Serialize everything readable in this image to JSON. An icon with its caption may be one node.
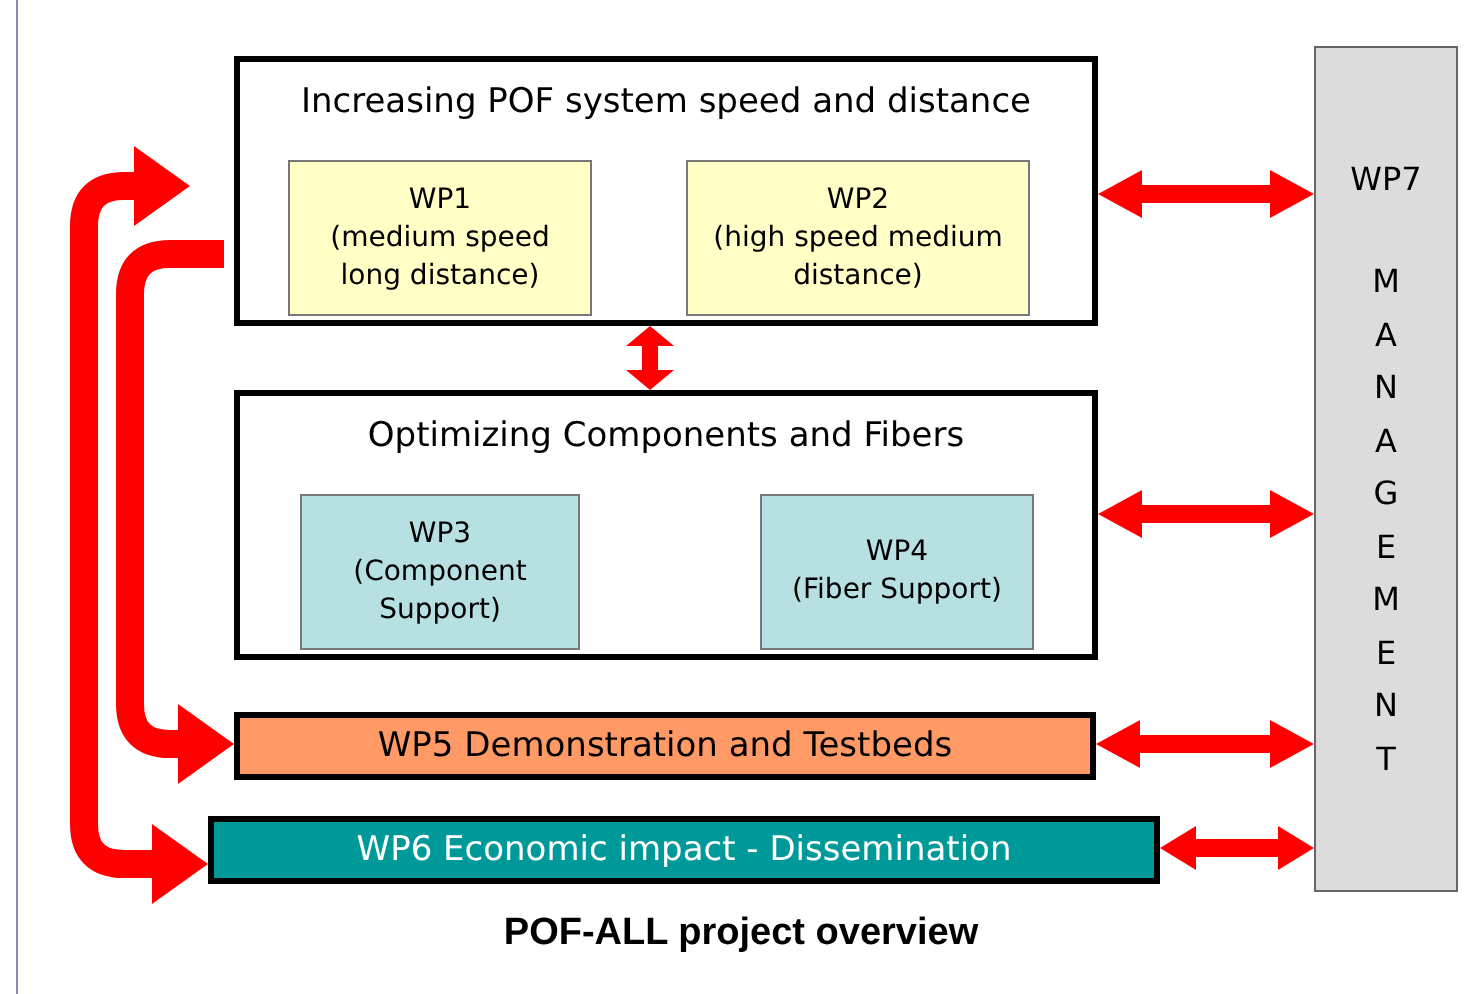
{
  "diagram": {
    "title": "POF-ALL project overview",
    "nodes": [
      {
        "text": [
          "Increasing POF system speed and distance"
        ]
      },
      {
        "text": [
          "WP1",
          "(medium speed long distance)"
        ],
        "in": 0
      },
      {
        "text": [
          "WP2",
          "(high speed medium distance)"
        ],
        "in": 0
      },
      {
        "text": [
          "Optimizing Components and Fibers"
        ]
      },
      {
        "text": [
          "WP3",
          "(Component Support)"
        ],
        "in": 3
      },
      {
        "text": [
          "WP4",
          "(Fiber Support)"
        ],
        "in": 3
      },
      {
        "text": [
          "WP5 Demonstration and Testbeds"
        ]
      },
      {
        "text": [
          "WP6 Economic impact - Dissemination"
        ]
      },
      {
        "text": [
          "WP7",
          "MANAGEMENT"
        ]
      }
    ],
    "edges": [
      {
        "from": 0,
        "to": 3,
        "arrow": "both"
      },
      {
        "from": 0,
        "to": 8,
        "arrow": "both"
      },
      {
        "from": 3,
        "to": 8,
        "arrow": "both"
      },
      {
        "from": 6,
        "to": 8,
        "arrow": "both"
      },
      {
        "from": 7,
        "to": 8,
        "arrow": "both"
      },
      {
        "from": 0,
        "to": 7,
        "arrow": "both"
      },
      {
        "from": 0,
        "to": 6,
        "arrow": "to"
      }
    ]
  }
}
